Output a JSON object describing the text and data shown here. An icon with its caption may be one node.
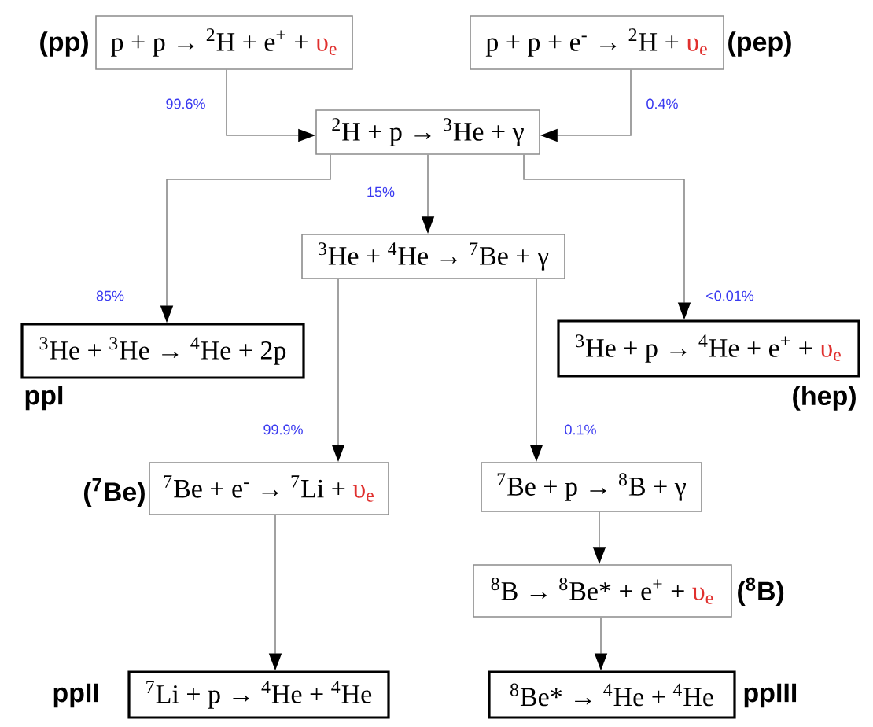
{
  "diagram": {
    "nodes": [
      {
        "text": [
          "p + p → $^{2}$H + e$^{+}$ +",
          "υ$_{e}$"
        ],
        "beside": [
          "(pp)"
        ]
      },
      {
        "text": [
          "p + p + e$^{-}$ → $^{2}$H +",
          "υ$_{e}$"
        ],
        "beside": [
          "(pep)"
        ]
      },
      {
        "text": [
          "$^{2}$H + p → $^{3}$He + γ"
        ]
      },
      {
        "text": [
          "$^{3}$He + $^{4}$He → $^{7}$Be + γ"
        ]
      },
      {
        "text": [
          "$^{3}$He + $^{3}$He → $^{4}$He + 2p"
        ],
        "beside": [
          "ppI"
        ]
      },
      {
        "text": [
          "$^{3}$He + p → $^{4}$He + e$^{+}$ +",
          "υ$_{e}$"
        ],
        "beside": [
          "(hep)"
        ]
      },
      {
        "text": [
          "$^{7}$Be + e$^{-}$ → $^{7}$Li +",
          "υ$_{e}$"
        ],
        "beside": [
          "($^{7}$Be)"
        ]
      },
      {
        "text": [
          "$^{7}$Be + p → $^{8}$B + γ"
        ]
      },
      {
        "text": [
          "$^{8}$B → $^{8}$Be* + e$^{+}$ +",
          "υ$_{e}$"
        ],
        "beside": [
          "($^{8}$B)"
        ]
      },
      {
        "text": [
          "$^{7}$Li + p → $^{4}$He + $^{4}$He"
        ],
        "beside": [
          "ppII"
        ]
      },
      {
        "text": [
          "$^{8}$Be* → $^{4}$He + $^{4}$He"
        ],
        "beside": [
          "ppIII"
        ]
      }
    ],
    "edges": [
      {
        "from": 0,
        "to": 2,
        "arrow": "to",
        "label": "99.6%"
      },
      {
        "from": 1,
        "to": 2,
        "arrow": "to",
        "label": "0.4%"
      },
      {
        "from": 2,
        "to": 4,
        "arrow": "to",
        "label": "85%"
      },
      {
        "from": 2,
        "to": 3,
        "arrow": "to",
        "label": "15%"
      },
      {
        "from": 2,
        "to": 5,
        "arrow": "to",
        "label": "<0.01%"
      },
      {
        "from": 3,
        "to": 6,
        "arrow": "to",
        "label": "99.9%"
      },
      {
        "from": 3,
        "to": 7,
        "arrow": "to",
        "label": "0.1%"
      },
      {
        "from": 6,
        "to": 9,
        "arrow": "to"
      },
      {
        "from": 7,
        "to": 8,
        "arrow": "to"
      },
      {
        "from": 8,
        "to": 10,
        "arrow": "to"
      }
    ]
  }
}
